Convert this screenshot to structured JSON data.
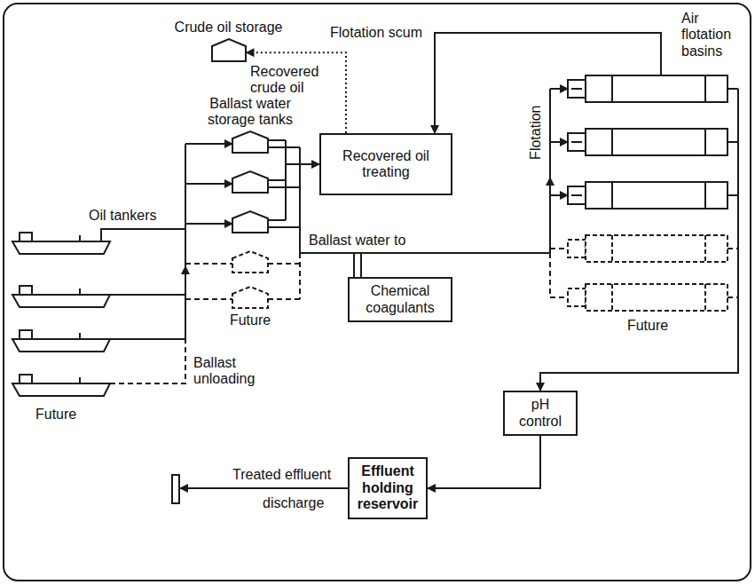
{
  "diagram": {
    "nodes": [
      {
        "text": [
          "Crude oil storage"
        ]
      },
      {
        "text": [
          "Recovered oil treating"
        ]
      },
      {
        "text": [
          "Chemical coagulants"
        ]
      },
      {
        "text": [
          "pH control"
        ]
      },
      {
        "text": [
          "Effluent holding reservoir"
        ]
      }
    ],
    "edges": [
      {
        "from": 1,
        "to": 0,
        "arrow": "to",
        "label": "Recovered crude oil"
      },
      {
        "from": 3,
        "to": 4,
        "arrow": "to"
      }
    ],
    "labels": [
      "Ballast water storage tanks",
      "Oil tankers",
      "Ballast water to",
      "Flotation",
      "Flotation scum",
      "Air flotation basins",
      "Future",
      "Future",
      "Future",
      "Ballast unloading",
      "Treated effluent",
      "discharge"
    ]
  }
}
